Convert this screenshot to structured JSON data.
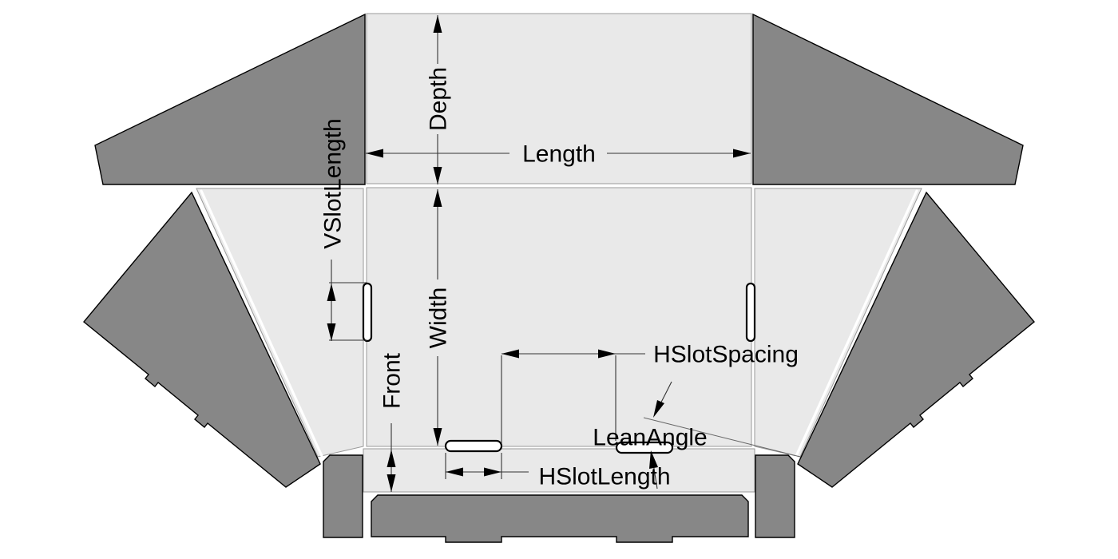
{
  "drawing": {
    "title": "box-dieline-parametric-drawing",
    "labels": {
      "depth": "Depth",
      "length": "Length",
      "vslot_length": "VSlotLength",
      "width": "Width",
      "front": "Front",
      "hslot_spacing": "HSlotSpacing",
      "lean_angle": "LeanAngle",
      "hslot_length": "HSlotLength"
    },
    "colors": {
      "panel": "#e9e9e9",
      "flap": "#878787",
      "slot": "#ffffff",
      "background": "#ffffff"
    }
  }
}
